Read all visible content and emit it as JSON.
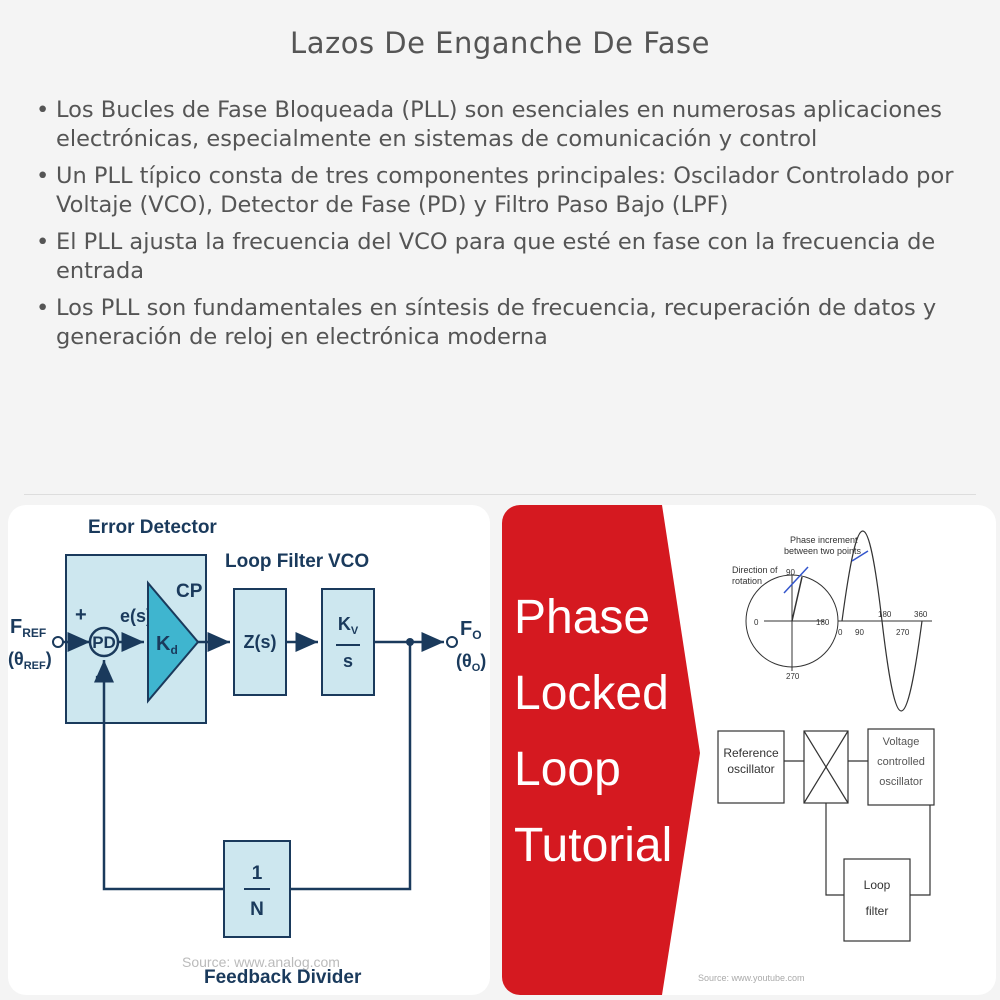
{
  "title": "Lazos De Enganche De Fase",
  "bullets": [
    "Los Bucles de Fase Bloqueada (PLL) son esenciales en numerosas aplicaciones electrónicas, especialmente en sistemas de comunicación y control",
    "Un PLL típico consta de tres componentes principales: Oscilador Controlado por Voltaje (VCO), Detector de Fase (PD) y Filtro Paso Bajo (LPF)",
    "El PLL ajusta la frecuencia del VCO para que esté en fase con la frecuencia de entrada",
    "Los PLL son fundamentales en síntesis de frecuencia, recuperación de datos y generación de reloj en electrónica moderna"
  ],
  "left_diagram": {
    "error_detector": "Error Detector",
    "loop_filter": "Loop Filter",
    "vco": "VCO",
    "cp": "CP",
    "pd": "PD",
    "es": "e(s)",
    "kd": "K",
    "kd_sub": "d",
    "zs": "Z(s)",
    "kv": "K",
    "kv_sub": "V",
    "kv_den": "s",
    "fref": "F",
    "fref_sub": "REF",
    "theta_ref": "(θ",
    "theta_ref_sub": "REF",
    "fo": "F",
    "fo_sub": "O",
    "theta_o": "(θ",
    "theta_o_sub": "O",
    "plus": "+",
    "minus": "-",
    "div_num": "1",
    "div_den": "N",
    "feedback_divider": "Feedback Divider",
    "source": "Source: www.analog.com"
  },
  "right_panel": {
    "banner_lines": [
      "Phase",
      "Locked",
      "Loop",
      "Tutorial"
    ],
    "direction_of_rotation": [
      "Direction of",
      "rotation"
    ],
    "phase_increment": [
      "Phase increment",
      "between two points"
    ],
    "circle_labels": [
      "90",
      "0",
      "180",
      "270"
    ],
    "wave_labels": [
      "0",
      "90",
      "180",
      "270",
      "360"
    ],
    "reference_oscillator": [
      "Reference",
      "oscillator"
    ],
    "vco": [
      "Voltage",
      "controlled",
      "oscillator"
    ],
    "loop_filter": [
      "Loop",
      "filter"
    ],
    "source": "Source: www.youtube.com"
  },
  "colors": {
    "diagram_blue": "#cde7ef",
    "diagram_stroke": "#1a3a5c",
    "banner_red": "#d51920"
  }
}
